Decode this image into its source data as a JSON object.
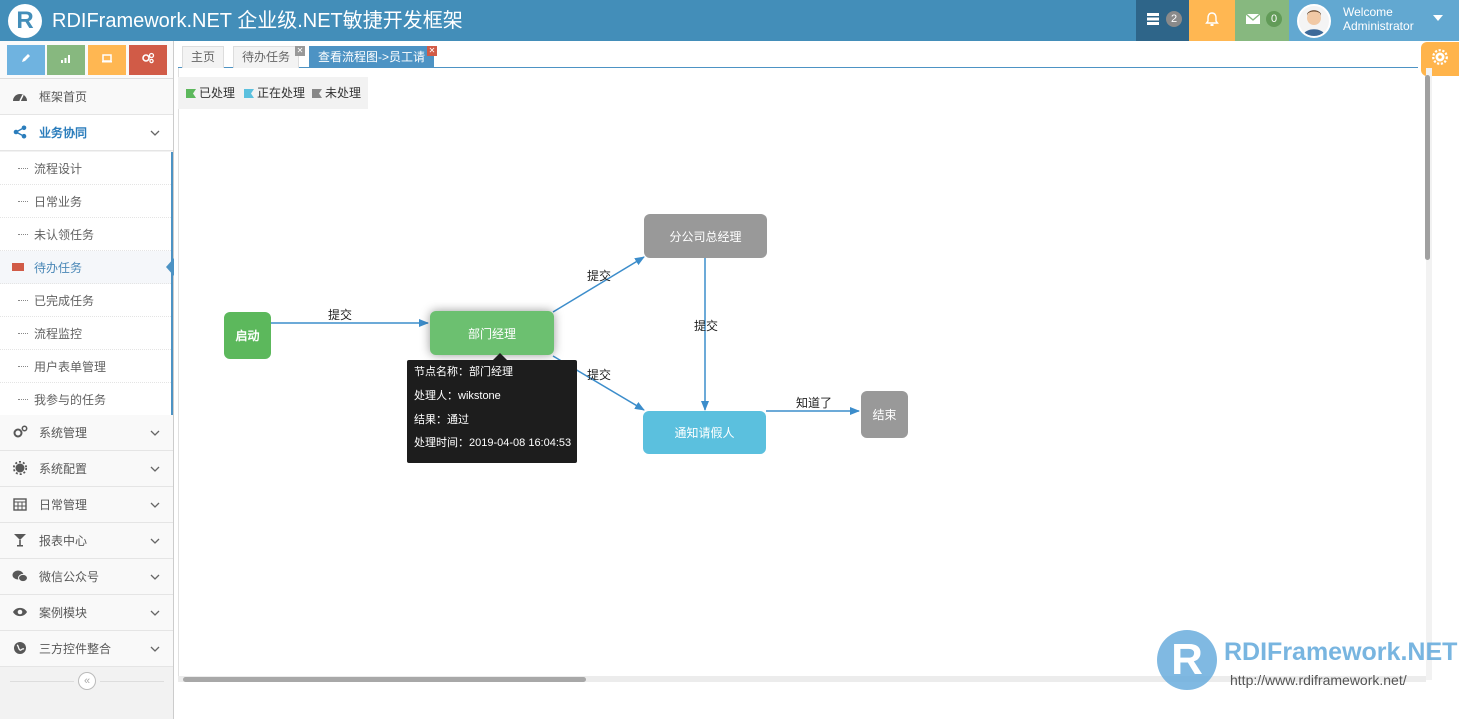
{
  "navbar": {
    "brand": "RDIFramework.NET 企业级.NET敏捷开发框架",
    "tasks_count": "2",
    "messages_count": "0",
    "welcome": "Welcome",
    "username": "Administrator",
    "colors": {
      "bar": "#438eb9",
      "tasks": "#2e6589",
      "notifications": "#ffb752",
      "messages": "#87b87f",
      "user": "#62a8d1"
    }
  },
  "sidebar": {
    "menu": [
      {
        "label": "框架首页",
        "icon": "dashboard-icon"
      },
      {
        "label": "业务协同",
        "icon": "share-icon"
      },
      {
        "label": "系统管理",
        "icon": "cogs-icon"
      },
      {
        "label": "系统配置",
        "icon": "gear-icon"
      },
      {
        "label": "日常管理",
        "icon": "calendar-icon"
      },
      {
        "label": "报表中心",
        "icon": "glass-icon"
      },
      {
        "label": "微信公众号",
        "icon": "wechat-icon"
      },
      {
        "label": "案例模块",
        "icon": "eye-icon"
      },
      {
        "label": "三方控件整合",
        "icon": "globe-icon"
      }
    ],
    "submenu": [
      {
        "label": "流程设计"
      },
      {
        "label": "日常业务"
      },
      {
        "label": "未认领任务"
      },
      {
        "label": "待办任务"
      },
      {
        "label": "已完成任务"
      },
      {
        "label": "流程监控"
      },
      {
        "label": "用户表单管理"
      },
      {
        "label": "我参与的任务"
      }
    ],
    "collapse_glyph": "«"
  },
  "tabs": [
    {
      "label": "主页"
    },
    {
      "label": "待办任务"
    },
    {
      "label": "查看流程图->员工请"
    }
  ],
  "legend": [
    {
      "label": "已处理",
      "color": "#5cb85c"
    },
    {
      "label": "正在处理",
      "color": "#5bc0de"
    },
    {
      "label": "未处理",
      "color": "#999999"
    }
  ],
  "flow": {
    "nodes": [
      {
        "label": "启动",
        "status": "done",
        "color": "#5cb85c"
      },
      {
        "label": "部门经理",
        "status": "done",
        "color": "#6cc070"
      },
      {
        "label": "分公司总经理",
        "status": "pending",
        "color": "#999999"
      },
      {
        "label": "通知请假人",
        "status": "processing",
        "color": "#5bc0de"
      },
      {
        "label": "结束",
        "status": "pending",
        "color": "#999999"
      }
    ],
    "edges": [
      {
        "label": "提交"
      },
      {
        "label": "提交"
      },
      {
        "label": "提交"
      },
      {
        "label": "提交"
      },
      {
        "label": "知道了"
      }
    ]
  },
  "tooltip": {
    "node_name": "节点名称：部门经理",
    "handler": "处理人：wikstone",
    "result": "结果：通过",
    "time": "处理时间：2019-04-08 16:04:53"
  },
  "watermark": {
    "title": "RDIFramework.NET",
    "url": "http://www.rdiframework.net/"
  }
}
